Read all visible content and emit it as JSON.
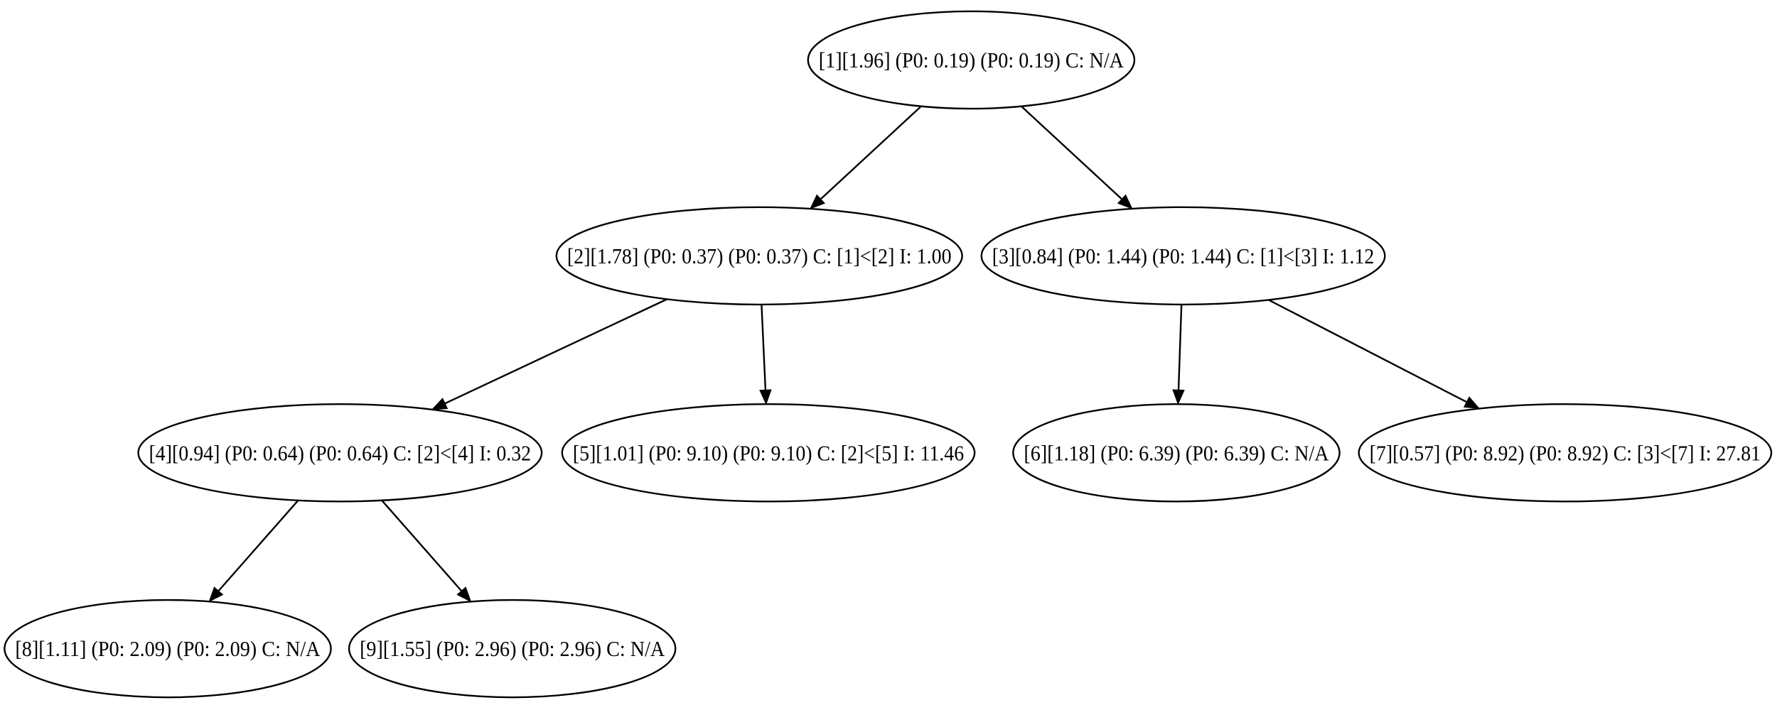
{
  "graph": {
    "nodes": [
      {
        "id": "1",
        "label": "[1][1.96] (P0: 0.19) (P0: 0.19) C: N/A"
      },
      {
        "id": "2",
        "label": "[2][1.78] (P0: 0.37) (P0: 0.37) C: [1]<[2] I: 1.00"
      },
      {
        "id": "3",
        "label": "[3][0.84] (P0: 1.44) (P0: 1.44) C: [1]<[3] I: 1.12"
      },
      {
        "id": "4",
        "label": "[4][0.94] (P0: 0.64) (P0: 0.64) C: [2]<[4] I: 0.32"
      },
      {
        "id": "5",
        "label": "[5][1.01] (P0: 9.10) (P0: 9.10) C: [2]<[5] I: 11.46"
      },
      {
        "id": "6",
        "label": "[6][1.18] (P0: 6.39) (P0: 6.39) C: N/A"
      },
      {
        "id": "7",
        "label": "[7][0.57] (P0: 8.92) (P0: 8.92) C: [3]<[7] I: 27.81"
      },
      {
        "id": "8",
        "label": "[8][1.11] (P0: 2.09) (P0: 2.09) C: N/A"
      },
      {
        "id": "9",
        "label": "[9][1.55] (P0: 2.96) (P0: 2.96) C: N/A"
      }
    ],
    "edges": [
      {
        "from": "1",
        "to": "2"
      },
      {
        "from": "1",
        "to": "3"
      },
      {
        "from": "2",
        "to": "4"
      },
      {
        "from": "2",
        "to": "5"
      },
      {
        "from": "3",
        "to": "6"
      },
      {
        "from": "3",
        "to": "7"
      },
      {
        "from": "4",
        "to": "8"
      },
      {
        "from": "4",
        "to": "9"
      }
    ]
  }
}
